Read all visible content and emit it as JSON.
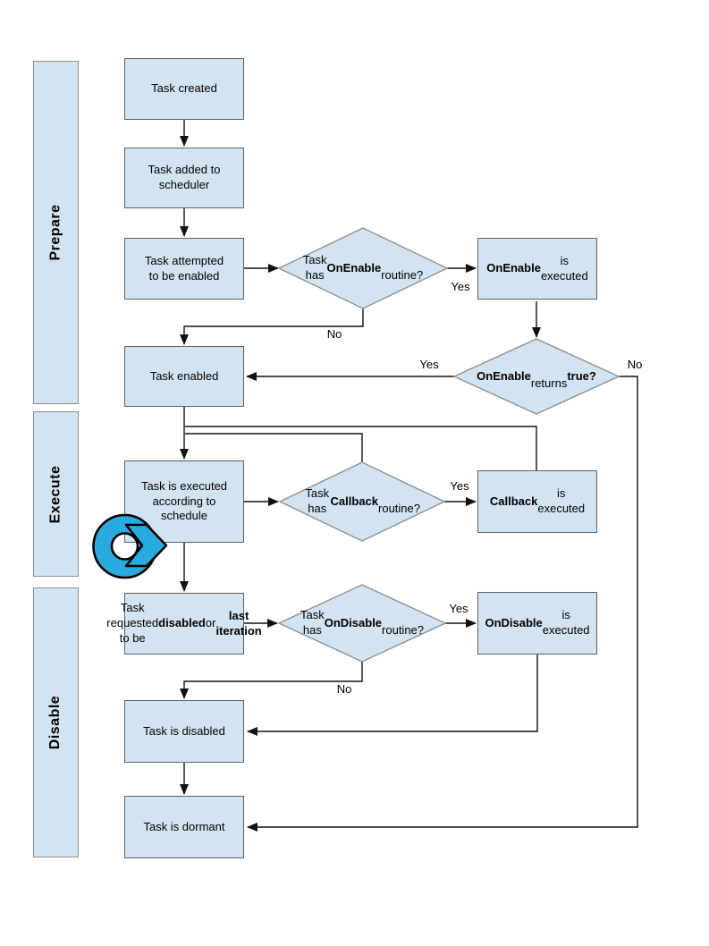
{
  "diagram": {
    "lanes": {
      "prepare": {
        "label": "Prepare"
      },
      "execute": {
        "label": "Execute"
      },
      "disable": {
        "label": "Disable"
      }
    },
    "nodes": {
      "task_created": {
        "text": "Task created"
      },
      "task_added": {
        "text": "Task added to\nscheduler"
      },
      "task_attempted": {
        "text": "Task attempted\nto be enabled"
      },
      "task_enabled": {
        "text": "Task enabled"
      },
      "task_executed": {
        "text": "Task is executed\naccording to\nschedule"
      },
      "task_requested": {
        "text": "Task requested\nto be **disabled** or\n**last iteration**"
      },
      "task_disabled": {
        "text": "Task is disabled"
      },
      "task_dormant": {
        "text": "Task is dormant"
      },
      "onenable_executed": {
        "text": "**OnEnable** is\nexecuted"
      },
      "callback_executed": {
        "text": "**Callback** is\nexecuted"
      },
      "ondisable_executed": {
        "text": "**OnDisable** is\nexecuted"
      },
      "has_onenable": {
        "text": "Task has\n**OnEnable**\nroutine?"
      },
      "onenable_returns": {
        "text": "**OnEnable**\nreturns\n**true?**"
      },
      "has_callback": {
        "text": "Task has\n**Callback**\nroutine?"
      },
      "has_ondisable": {
        "text": "Task has\n**OnDisable**\nroutine?"
      }
    },
    "edge_labels": {
      "onenable_yes": "Yes",
      "onenable_no": "No",
      "returns_yes": "Yes",
      "returns_no": "No",
      "callback_yes": "Yes",
      "ondisable_yes": "Yes",
      "ondisable_no": "No"
    },
    "icons": {
      "loop_arrow": "loop-arrow-icon"
    },
    "colors": {
      "page_bg": "#ffffff",
      "node_fill": "#d2e4f2",
      "node_border": "#606060",
      "shape_border": "#8f8f8f",
      "line": "#111111",
      "loop_blue": "#29abe2",
      "text": "#000000"
    }
  }
}
